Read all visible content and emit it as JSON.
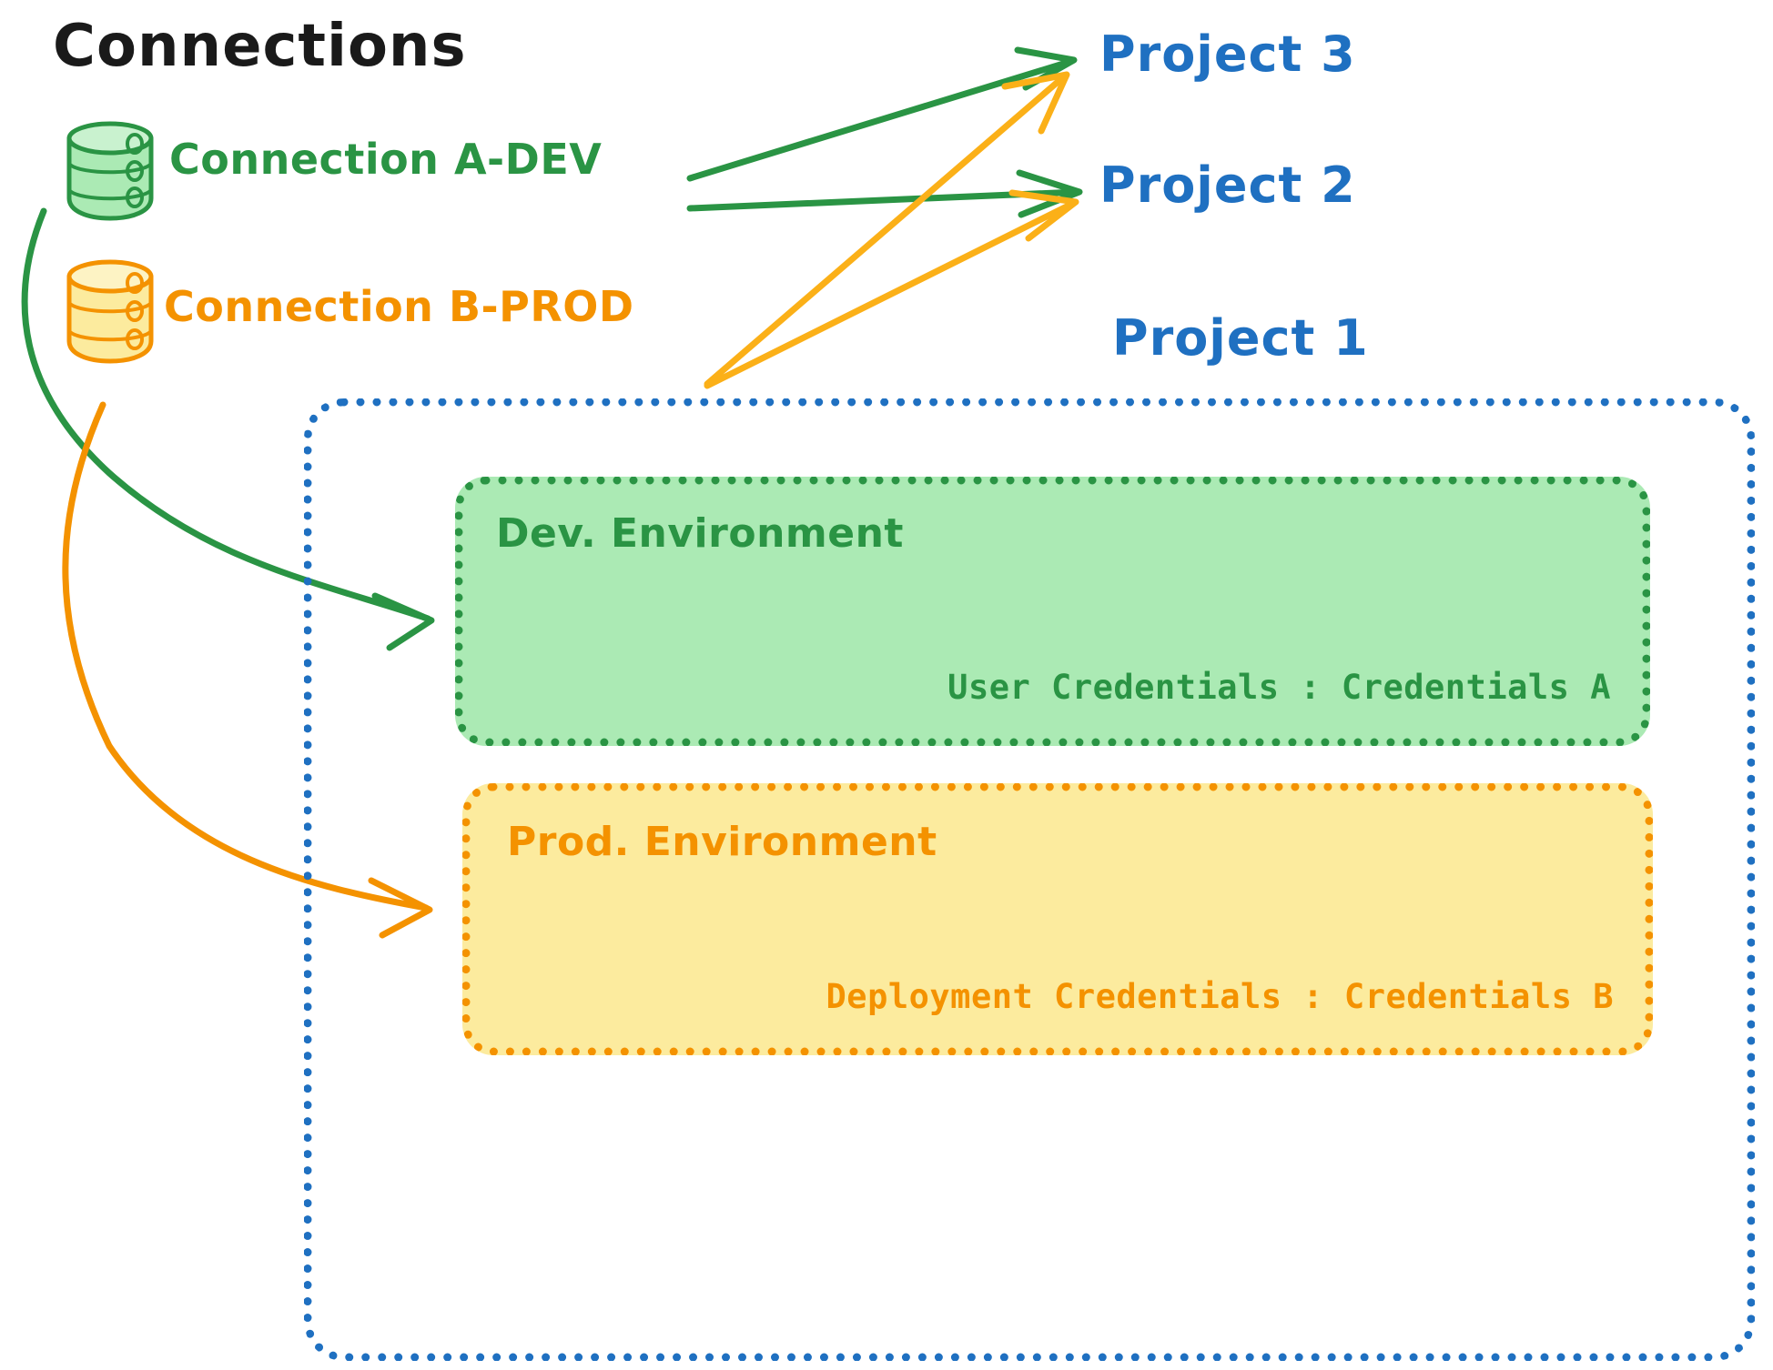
{
  "title": "Connections",
  "connections": [
    {
      "name": "Connection A-DEV",
      "color": "#2a9444",
      "icon": "database-icon"
    },
    {
      "name": "Connection B-PROD",
      "color": "#f49200",
      "icon": "database-icon"
    }
  ],
  "projects": [
    {
      "label": "Project 3",
      "color": "#1f70c1"
    },
    {
      "label": "Project 2",
      "color": "#1f70c1"
    },
    {
      "label": "Project 1",
      "color": "#1f70c1"
    }
  ],
  "project_container": {
    "label": "Project 1",
    "border_color": "#1f70c1"
  },
  "environments": [
    {
      "title": "Dev. Environment",
      "credentials_label": "User Credentials",
      "credentials_separator": ":",
      "credentials_value": "Credentials A",
      "credentials_line": "User Credentials : Credentials A",
      "fill": "#abeab4",
      "border_color": "#2a9444"
    },
    {
      "title": "Prod. Environment",
      "credentials_label": "Deployment Credentials",
      "credentials_separator": ":",
      "credentials_value": "Credentials B",
      "credentials_line": "Deployment Credentials : Credentials B",
      "fill": "#fceb9e",
      "border_color": "#f49200"
    }
  ],
  "colors": {
    "green": "#2a9444",
    "green_fill": "#abeab4",
    "orange": "#f49200",
    "orange_fill": "#fceb9e",
    "blue": "#1f70c1",
    "black": "#1a1a1a",
    "arrow_green": "#2a9444",
    "arrow_orange": "#fbb018"
  },
  "edges": [
    {
      "from": "Connection A-DEV",
      "to": "Project 3",
      "color": "#2a9444"
    },
    {
      "from": "Connection A-DEV",
      "to": "Project 2",
      "color": "#2a9444"
    },
    {
      "from": "Connection A-DEV",
      "to": "Dev. Environment",
      "color": "#2a9444"
    },
    {
      "from": "Connection B-PROD",
      "to": "Project 3",
      "color": "#fbb018"
    },
    {
      "from": "Connection B-PROD",
      "to": "Project 2",
      "color": "#fbb018"
    },
    {
      "from": "Connection B-PROD",
      "to": "Prod. Environment",
      "color": "#f49200"
    }
  ]
}
